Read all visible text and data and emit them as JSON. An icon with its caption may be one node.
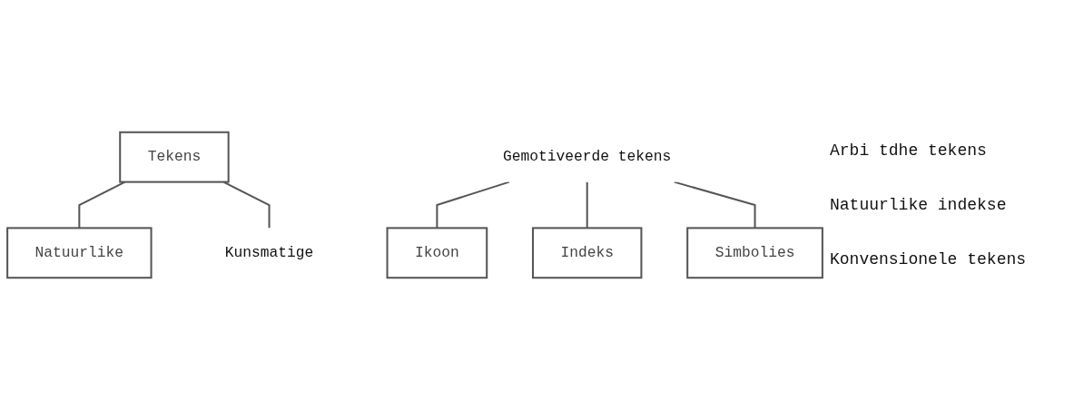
{
  "diagram": {
    "nodes": [
      {
        "text": [
          "Tekens"
        ]
      },
      {
        "text": [
          "Natuurlike"
        ]
      },
      {
        "text": [
          "Kunsmatige"
        ]
      },
      {
        "text": [
          "Gemotiveerde tekens"
        ]
      },
      {
        "text": [
          "Ikoon"
        ]
      },
      {
        "text": [
          "Indeks"
        ]
      },
      {
        "text": [
          "Simbolies"
        ]
      }
    ],
    "edges": [
      {
        "from": 0,
        "to": 1,
        "arrow": "none"
      },
      {
        "from": 0,
        "to": 2,
        "arrow": "none"
      },
      {
        "from": 3,
        "to": 4,
        "arrow": "none"
      },
      {
        "from": 3,
        "to": 5,
        "arrow": "none"
      },
      {
        "from": 3,
        "to": 6,
        "arrow": "none"
      }
    ],
    "labels": [
      "Arbi tdhe tekens",
      "Natuurlike indekse",
      "Konvensionele tekens"
    ]
  }
}
